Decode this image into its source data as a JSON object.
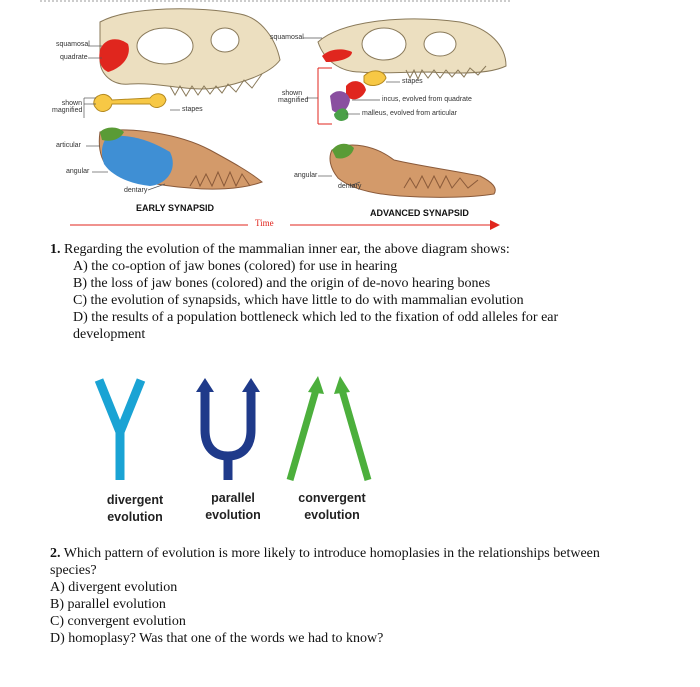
{
  "diagram1": {
    "labels": {
      "squamosal_left": "squamosal",
      "quadrate": "quadrate",
      "shown_magnified_left": "shown magnified",
      "stapes_left": "stapes",
      "articular": "articular",
      "angular_left": "angular",
      "dentary_left": "dentary",
      "squamosal_right": "squamosal",
      "shown_magnified_right": "shown magnified",
      "stapes_right": "stapes",
      "incus": "incus, evolved from quadrate",
      "malleus": "malleus, evolved from articular",
      "angular_right": "angular",
      "dentary_right": "dentary"
    },
    "early_caption": "EARLY SYNAPSID",
    "advanced_caption": "ADVANCED SYNAPSID",
    "time_label": "Time"
  },
  "question1": {
    "number": "1.",
    "prompt": "Regarding the evolution of the mammalian inner ear, the above diagram shows:",
    "options": [
      "A) the co-option of jaw bones (colored) for use in hearing",
      "B) the loss of jaw bones (colored) and the origin of de-novo hearing bones",
      "C) the evolution of synapsids, which have little to do with mammalian evolution",
      "D) the results of a population bottleneck which led to the fixation of odd alleles for ear",
      "development"
    ]
  },
  "diagram2": {
    "colors": {
      "divergent": "#1aa3d4",
      "parallel": "#1f3a8a",
      "convergent": "#4caf3c"
    },
    "divergent_line1": "divergent",
    "divergent_line2": "evolution",
    "parallel_line1": "parallel",
    "parallel_line2": "evolution",
    "convergent_line1": "convergent",
    "convergent_line2": "evolution"
  },
  "question2": {
    "number": "2.",
    "prompt_line1": "Which pattern of evolution is more likely to introduce homoplasies in the relationships between",
    "prompt_line2": "species?",
    "options": [
      "A) divergent evolution",
      "B) parallel evolution",
      "C) convergent evolution",
      "D) homoplasy? Was that one of the words we had to know?"
    ]
  }
}
